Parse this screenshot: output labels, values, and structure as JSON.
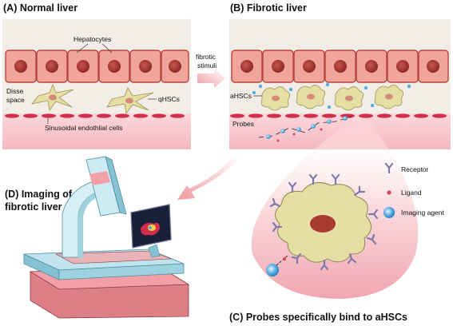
{
  "panels": {
    "a": {
      "title": "(A) Normal liver"
    },
    "b": {
      "title": "(B) Fibrotic liver"
    },
    "c": {
      "title": "(C) Probes specifically bind to aHSCs"
    },
    "d": {
      "title_line1": "(D) Imaging of",
      "title_line2": "fibrotic liver"
    }
  },
  "labels": {
    "hepatocytes": "Hepatocytes",
    "disse_line1": "Disse",
    "disse_line2": "space",
    "qhscs": "qHSCs",
    "sinusoidal": "Sinusoidal endothlial cells",
    "fibrotic_line1": "fibrotic",
    "fibrotic_line2": "stimuli",
    "ahscs": "aHSCs",
    "probes": "Probes"
  },
  "legend": {
    "receptor": "Receptor",
    "ligand": "Ligand",
    "imaging_agent": "Imaging agent"
  },
  "colors": {
    "panel_bg": "#f3ede8",
    "hepatocyte_fill": "#f0a49a",
    "hepatocyte_stroke": "#b5473e",
    "nucleus": "#a83a32",
    "hsc_fill": "#e6dfa3",
    "endothelial_fill": "#f7c9cd",
    "endothelial_cell": "#d12e4b",
    "receptor": "#7d7aa8",
    "ligand": "#d8425a",
    "imaging_agent": "#5aaee3",
    "arrow": "#f2a3a3"
  }
}
